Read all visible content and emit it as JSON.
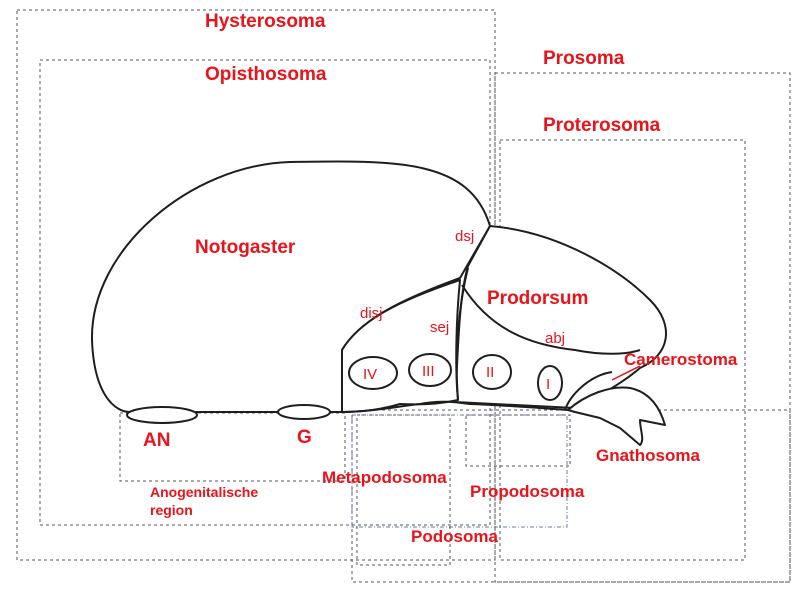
{
  "regions": {
    "hysterosoma": "Hysterosoma",
    "opisthosoma": "Opisthosoma",
    "prosoma": "Prosoma",
    "proterosoma": "Proterosoma",
    "podosoma": "Podosoma",
    "metapodosoma": "Metapodosoma",
    "propodosoma": "Propodosoma",
    "anogenital_line1": "Anogenitalische",
    "anogenital_line2": "region"
  },
  "parts": {
    "notogaster": "Notogaster",
    "prodorsum": "Prodorsum",
    "camerostoma": "Camerostoma",
    "gnathosoma": "Gnathosoma",
    "an": "AN",
    "g": "G"
  },
  "sutures": {
    "dsj": "dsj",
    "disj": "disj",
    "sej": "sej",
    "abj": "abj"
  },
  "legs": [
    "IV",
    "III",
    "II",
    "I"
  ],
  "colors": {
    "label": "#e8141b",
    "outline": "#1e1e1e",
    "box": "#555555"
  }
}
